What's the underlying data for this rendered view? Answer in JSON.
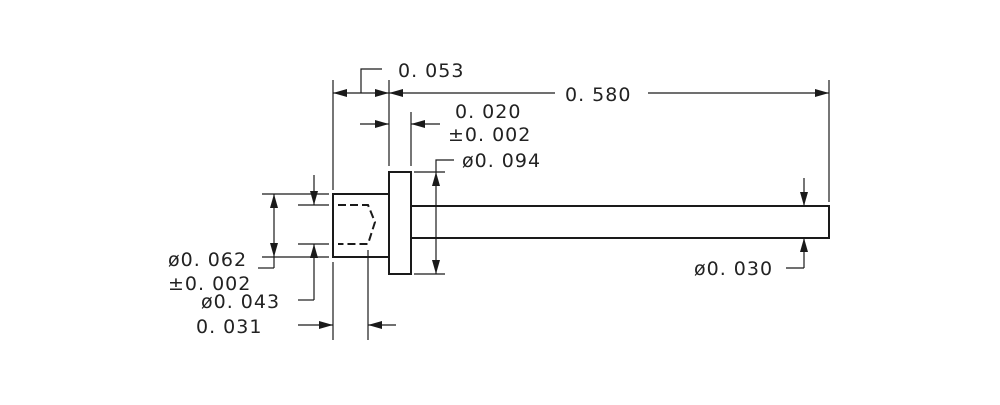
{
  "dimensions": {
    "overall_length": "0. 580",
    "tail_length": "0. 053",
    "flange_thickness": "0. 020",
    "flange_thickness_tol": "±0. 002",
    "flange_diameter": "ø0. 094",
    "pin_diameter": "ø0. 030",
    "socket_od": "ø0. 062",
    "socket_od_tol": "±0. 002",
    "socket_id": "ø0. 043",
    "socket_depth": "0. 031"
  }
}
